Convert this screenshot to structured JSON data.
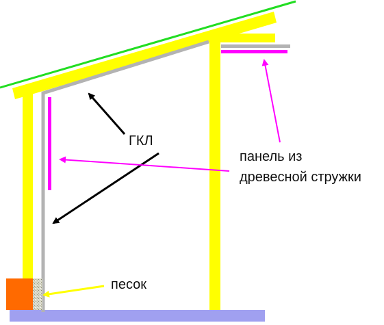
{
  "labels": {
    "gkl": "ГКЛ",
    "panel_line1": "панель из",
    "panel_line2": "древесной стружки",
    "sand": "песок"
  },
  "colors": {
    "timber": "#ffff00",
    "drywall": "#b3b3b3",
    "chipboard": "#ff00ff",
    "roof_line": "#22dd22",
    "foundation": "#a0a0f0",
    "brick": "#ff6a00",
    "arrow_black": "#000000",
    "arrow_magenta": "#ff00ff",
    "arrow_yellow": "#ffff00"
  }
}
